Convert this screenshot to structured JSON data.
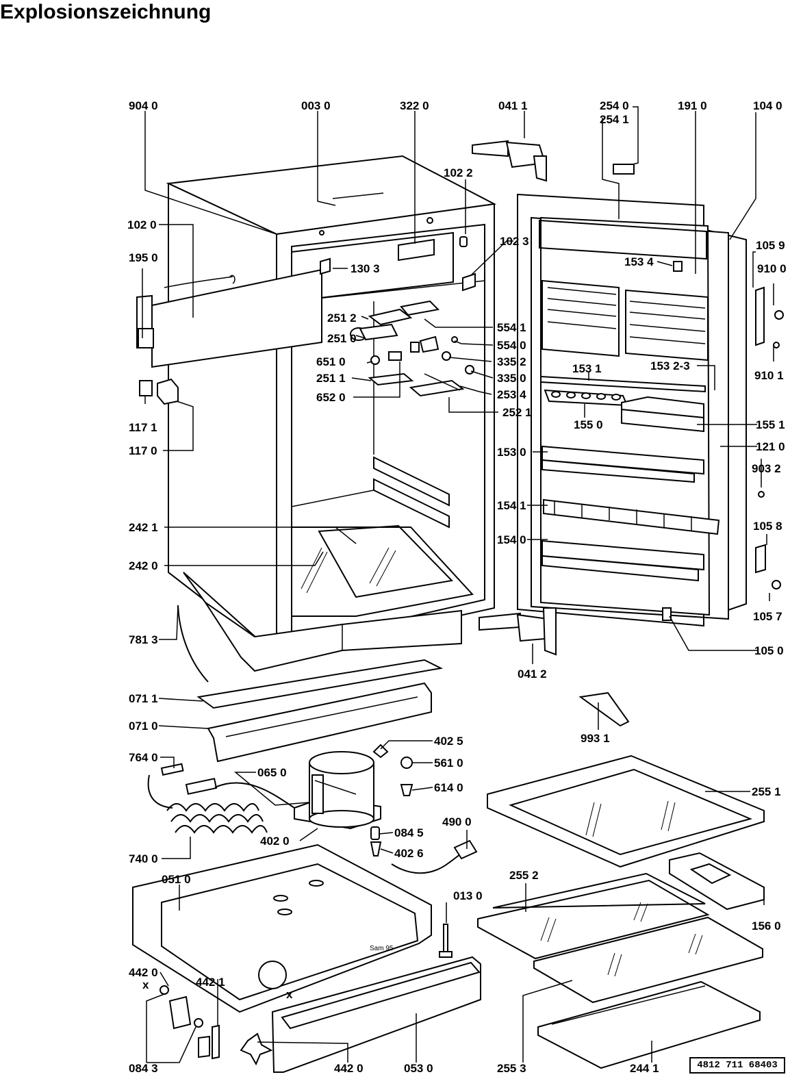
{
  "title": "Explosionszeichnung",
  "doc_number": "4812 711 68403",
  "stamp_text": "Sam 95",
  "cross_mark": "x",
  "labels": {
    "p904_0": "904 0",
    "p003_0": "003 0",
    "p322_0": "322 0",
    "p041_1": "041 1",
    "p254_0": "254 0",
    "p254_1": "254 1",
    "p191_0": "191 0",
    "p104_0": "104 0",
    "p102_2": "102 2",
    "p102_0": "102 0",
    "p102_3": "102 3",
    "p105_9": "105 9",
    "p153_4": "153 4",
    "p910_0": "910 0",
    "p195_0": "195 0",
    "p130_3": "130 3",
    "p251_2": "251 2",
    "p554_1": "554 1",
    "p251_0": "251 0",
    "p554_0": "554 0",
    "p910_1": "910 1",
    "p651_0": "651 0",
    "p335_2": "335 2",
    "p153_1": "153 1",
    "p153_2_3": "153 2-3",
    "p251_1": "251 1",
    "p335_0": "335 0",
    "p652_0": "652 0",
    "p253_4": "253 4",
    "p117_1": "117 1",
    "p252_1": "252 1",
    "p155_0": "155 0",
    "p155_1": "155 1",
    "p117_0": "117 0",
    "p153_0": "153 0",
    "p121_0": "121 0",
    "p903_2": "903 2",
    "p154_1": "154 1",
    "p242_1": "242 1",
    "p105_8": "105 8",
    "p154_0": "154 0",
    "p242_0": "242 0",
    "p105_7": "105 7",
    "p781_3": "781 3",
    "p105_0": "105 0",
    "p041_2": "041 2",
    "p071_1": "071 1",
    "p071_0": "071 0",
    "p993_1": "993 1",
    "p402_5": "402 5",
    "p764_0": "764 0",
    "p561_0": "561 0",
    "p065_0": "065 0",
    "p614_0": "614 0",
    "p255_1": "255 1",
    "p490_0": "490 0",
    "p402_0": "402 0",
    "p084_5": "084 5",
    "p402_6": "402 6",
    "p740_0": "740 0",
    "p255_2": "255 2",
    "p051_0": "051 0",
    "p156_0": "156 0",
    "p013_0": "013 0",
    "p442_0a": "442 0",
    "p442_1": "442 1",
    "p084_3": "084 3",
    "p442_0b": "442 0",
    "p053_0": "053 0",
    "p255_3": "255 3",
    "p244_1": "244 1"
  }
}
